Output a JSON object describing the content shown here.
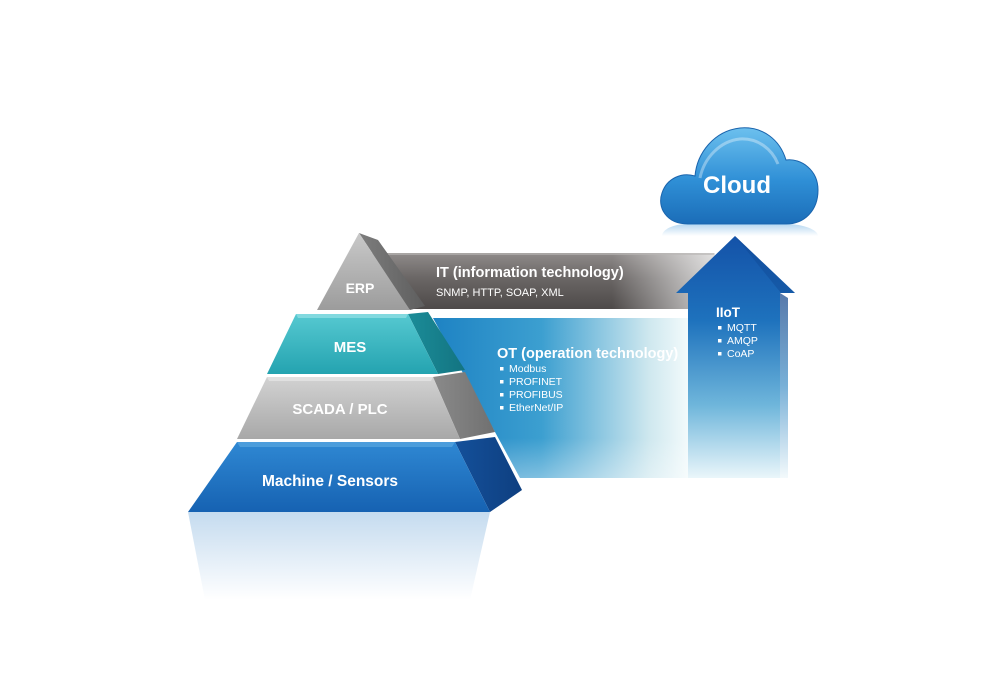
{
  "pyramid": {
    "levels": [
      {
        "label": "ERP"
      },
      {
        "label": "MES"
      },
      {
        "label": "SCADA / PLC"
      },
      {
        "label": "Machine / Sensors"
      }
    ]
  },
  "it_band": {
    "title": "IT (information technology)",
    "protocols": "SNMP, HTTP, SOAP, XML"
  },
  "ot_band": {
    "title": "OT (operation technology)",
    "protocols": [
      "Modbus",
      "PROFINET",
      "PROFIBUS",
      "EtherNet/IP"
    ]
  },
  "iiot_arrow": {
    "title": "IIoT",
    "protocols": [
      "MQTT",
      "AMQP",
      "CoAP"
    ]
  },
  "cloud": {
    "label": "Cloud"
  },
  "colors": {
    "erp_gray": "#a9a9a9",
    "mes_teal": "#2fb3be",
    "scada_gray": "#b9b9b9",
    "machine_blue": "#1f76c4",
    "it_band": "#6f6b6a",
    "ot_band": "#1a84c5",
    "arrow_blue": "#1a63b5",
    "cloud_blue": "#2e8fd6"
  }
}
